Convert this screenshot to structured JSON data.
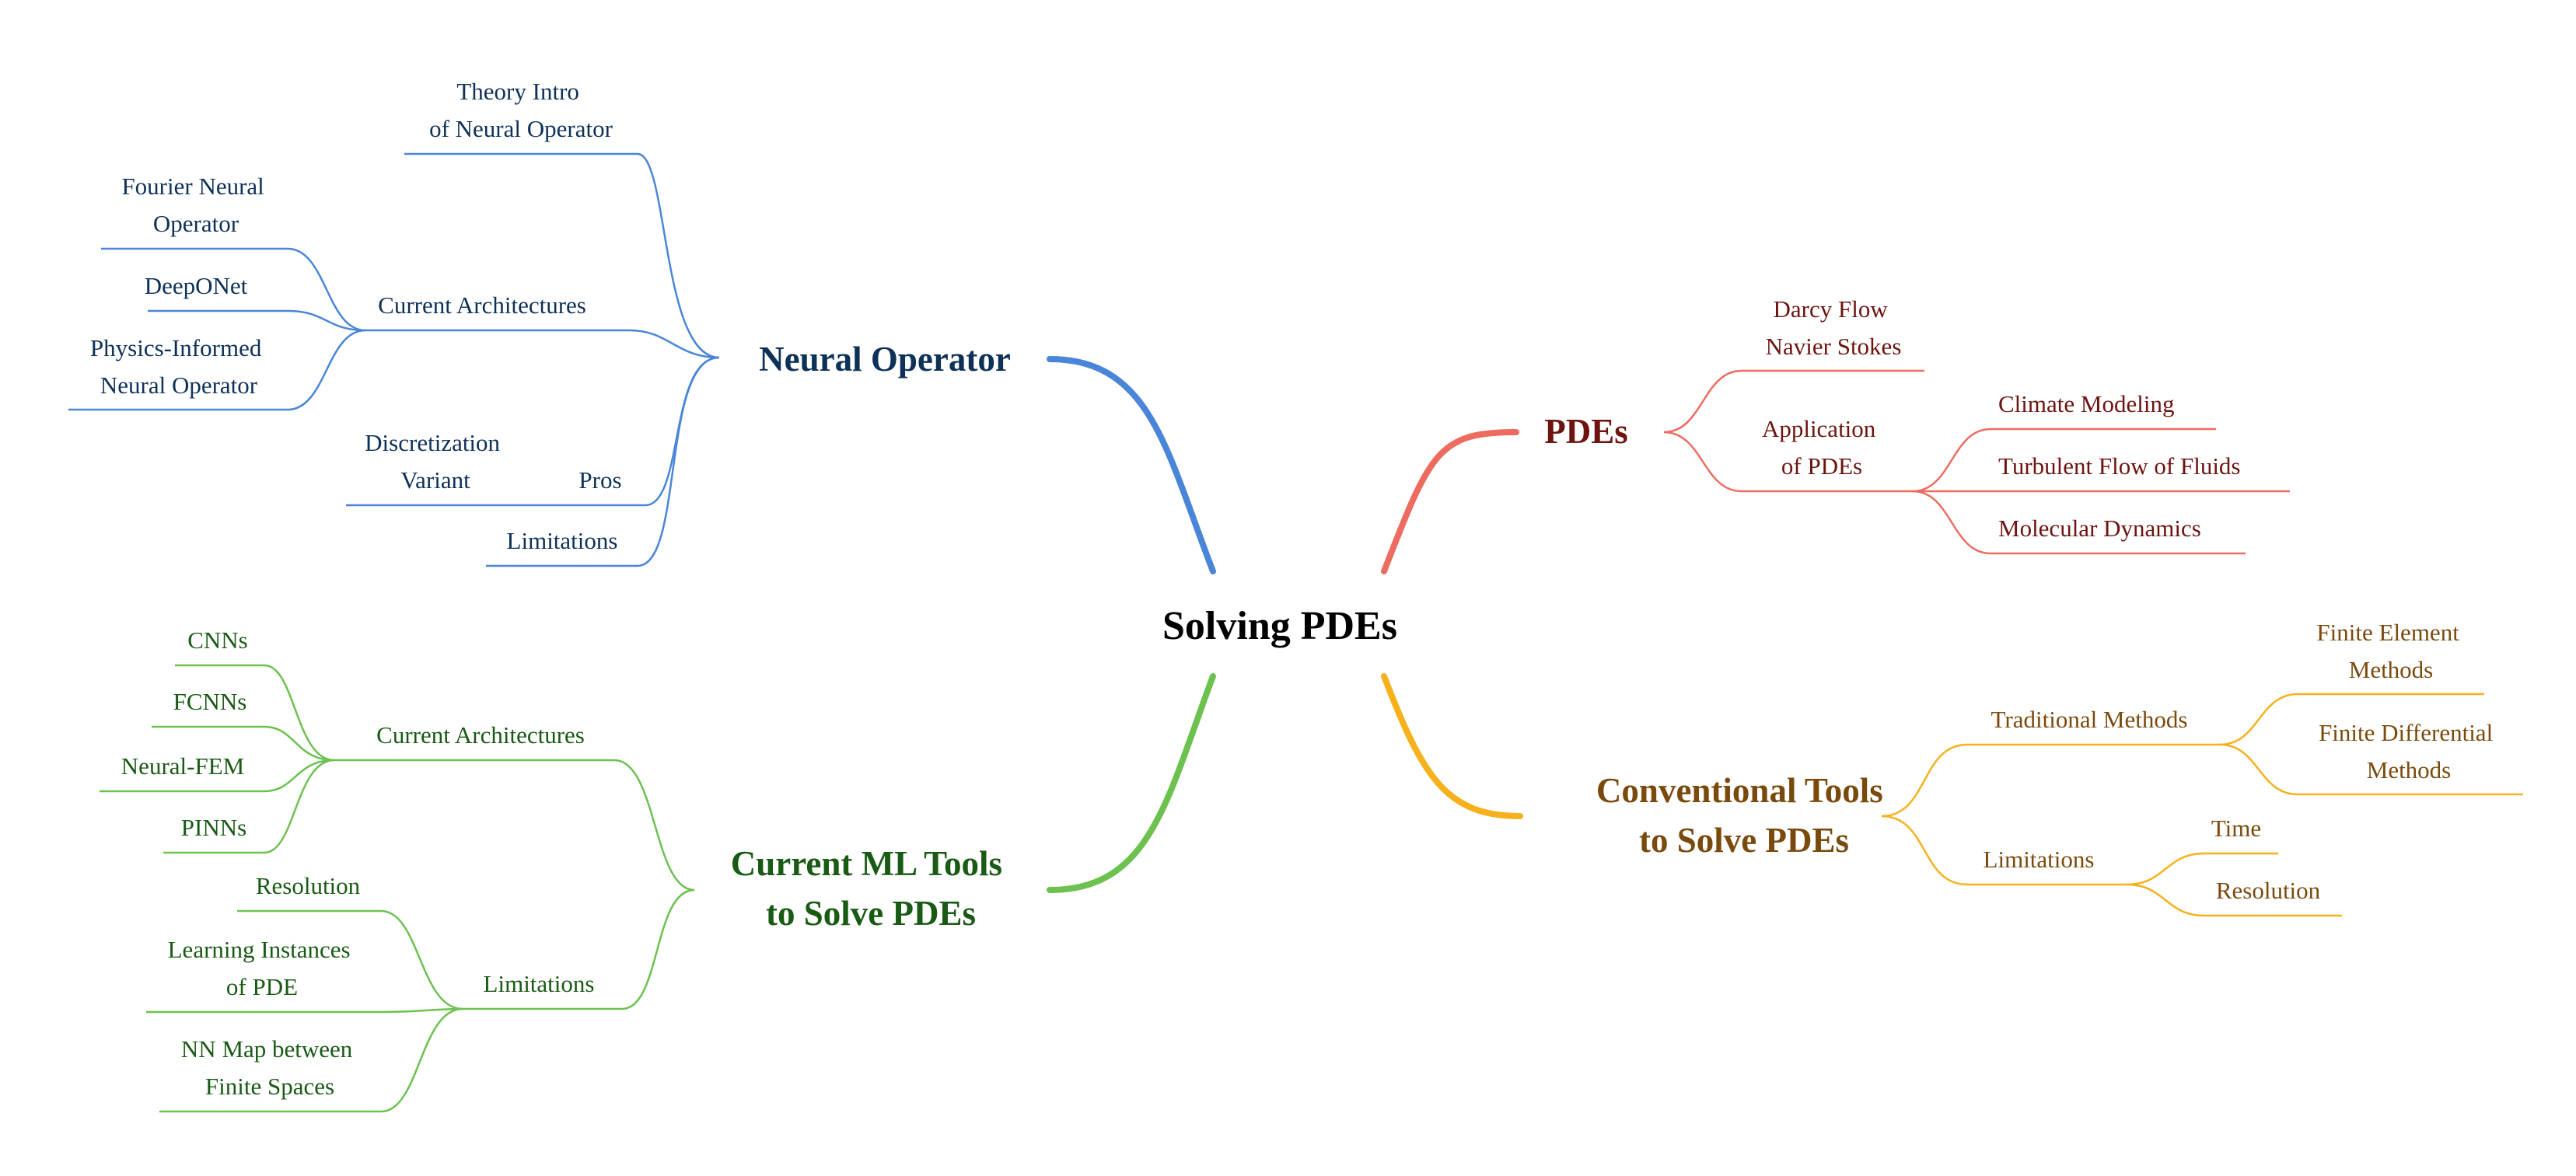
{
  "colors": {
    "neural_line": "#4a86d8",
    "neural_text": "#0e3158",
    "pdes_line": "#ee6b60",
    "pdes_text": "#6d1410",
    "conv_line": "#f6b11c",
    "conv_text": "#7a4a0c",
    "ml_line": "#6cc14f",
    "ml_text": "#195a14"
  },
  "center": {
    "label": "Solving PDEs"
  },
  "neural_operator": {
    "label": "Neural Operator",
    "theory": [
      "Theory Intro",
      "of Neural Operator"
    ],
    "current_architectures": {
      "label": "Current Architectures",
      "fno": [
        "Fourier Neural",
        "Operator"
      ],
      "deeponet": "DeepONet",
      "pino": [
        "Physics-Informed",
        "Neural Operator"
      ]
    },
    "pros": {
      "label": "Pros",
      "discretization": [
        "Discretization",
        "Variant"
      ]
    },
    "limitations": "Limitations"
  },
  "pdes": {
    "label": "PDEs",
    "darcy": [
      "Darcy Flow",
      "Navier Stokes"
    ],
    "application": {
      "label": [
        "Application",
        "of PDEs"
      ],
      "climate": "Climate Modeling",
      "turbulent": "Turbulent Flow of Fluids",
      "molecular": "Molecular Dynamics"
    }
  },
  "conventional": {
    "label": [
      "Conventional Tools",
      "to Solve PDEs"
    ],
    "traditional": {
      "label": "Traditional Methods",
      "fem": [
        "Finite Element",
        "Methods"
      ],
      "fdm": [
        "Finite Differential",
        "Methods"
      ]
    },
    "limitations": {
      "label": "Limitations",
      "time": "Time",
      "resolution": "Resolution"
    }
  },
  "ml_tools": {
    "label": [
      "Current ML Tools",
      "to Solve PDEs"
    ],
    "current_architectures": {
      "label": "Current Architectures",
      "cnns": "CNNs",
      "fcnns": "FCNNs",
      "neural_fem": "Neural-FEM",
      "pinns": "PINNs"
    },
    "limitations": {
      "label": "Limitations",
      "resolution": "Resolution",
      "learning": [
        "Learning Instances",
        "of PDE"
      ],
      "nn_map": [
        "NN Map between",
        "Finite Spaces"
      ]
    }
  }
}
